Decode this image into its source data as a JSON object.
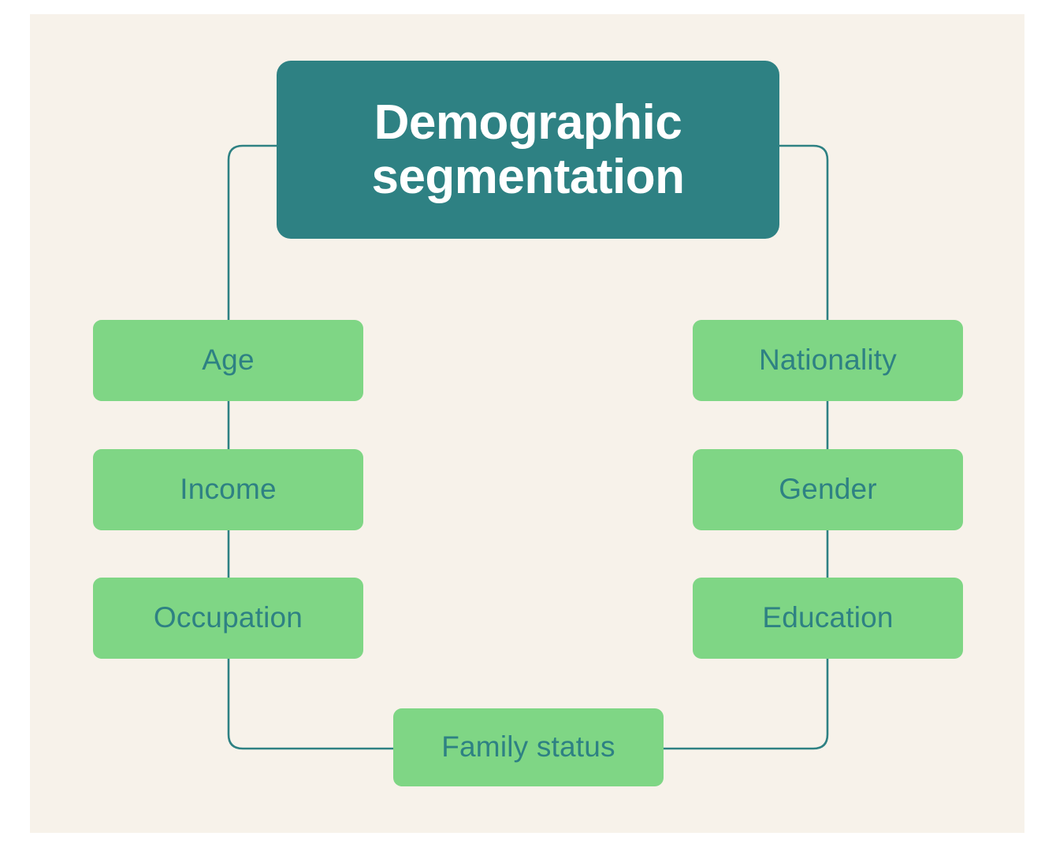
{
  "theme": {
    "background": "#ffffff",
    "canvas": "#f7f2ea",
    "root_fill": "#2e8183",
    "root_text": "#ffffff",
    "node_fill": "#7fd685",
    "node_text": "#2e8183",
    "connector": "#2e8183"
  },
  "diagram": {
    "type": "mind-map",
    "root": {
      "title_line_1": "Demographic",
      "title_line_2": "segmentation",
      "title_full": "Demographic segmentation"
    },
    "branches": {
      "left": [
        {
          "label": "Age"
        },
        {
          "label": "Income"
        },
        {
          "label": "Occupation"
        }
      ],
      "right": [
        {
          "label": "Nationality"
        },
        {
          "label": "Gender"
        },
        {
          "label": "Education"
        }
      ],
      "bottom": [
        {
          "label": "Family status"
        }
      ]
    }
  }
}
